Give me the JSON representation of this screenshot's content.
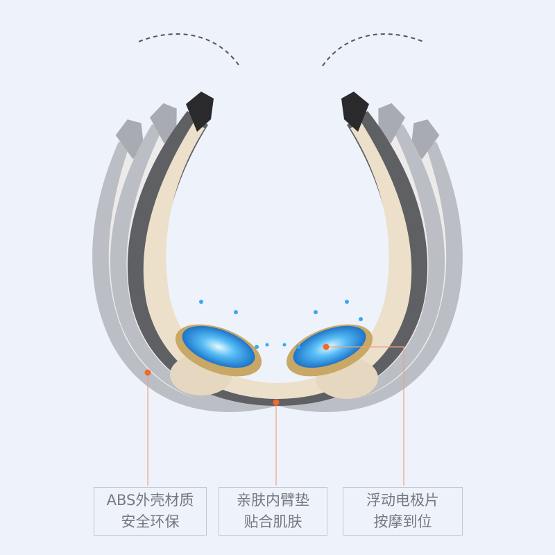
{
  "callouts": [
    {
      "line1": "ABS外壳材质",
      "line2": "安全环保"
    },
    {
      "line1": "亲肤内臂垫",
      "line2": "贴合肌肤"
    },
    {
      "line1": "浮动电极片",
      "line2": "按摩到位"
    }
  ],
  "colors": {
    "background": "#eef2fb",
    "shell": "#ede0cb",
    "band": "#6f6f72",
    "marker": "#f26a2b",
    "pad_glow": "#3aa9f0"
  }
}
